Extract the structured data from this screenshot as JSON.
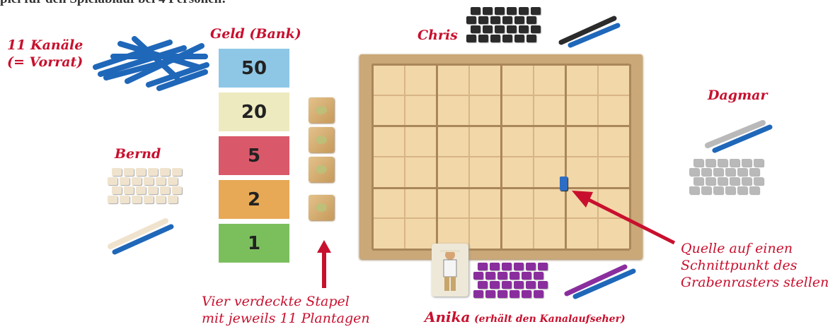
{
  "top_cutoff_text": "piel für den Spielablauf bei 4 Personen:",
  "labels": {
    "kanaele_line1": "11 Kanäle",
    "kanaele_line2": "(= Vorrat)",
    "geld": "Geld (Bank)",
    "chris": "Chris",
    "dagmar": "Dagmar",
    "bernd": "Bernd",
    "anika": "Anika",
    "anika_note": "(erhält den Kanalaufseher)",
    "stapel_line1": "Vier verdeckte Stapel",
    "stapel_line2": "mit jeweils 11 Plantagen",
    "quelle_line1": "Quelle auf einen",
    "quelle_line2": "Schnittpunkt des",
    "quelle_line3": "Grabenrasters stellen"
  },
  "money": [
    {
      "value": "50",
      "color": "#8ec7e6"
    },
    {
      "value": "20",
      "color": "#eeeac0"
    },
    {
      "value": "5",
      "color": "#d9596a"
    },
    {
      "value": "2",
      "color": "#e7a955"
    },
    {
      "value": "1",
      "color": "#7bbf5d"
    }
  ],
  "player_colors": {
    "chris": "#2b2b2b",
    "dagmar": "#b9b9b9",
    "bernd": "#f0e3cd",
    "anika": "#8a2e9e",
    "channel": "#1f67b9",
    "accent": "#c8102e"
  }
}
